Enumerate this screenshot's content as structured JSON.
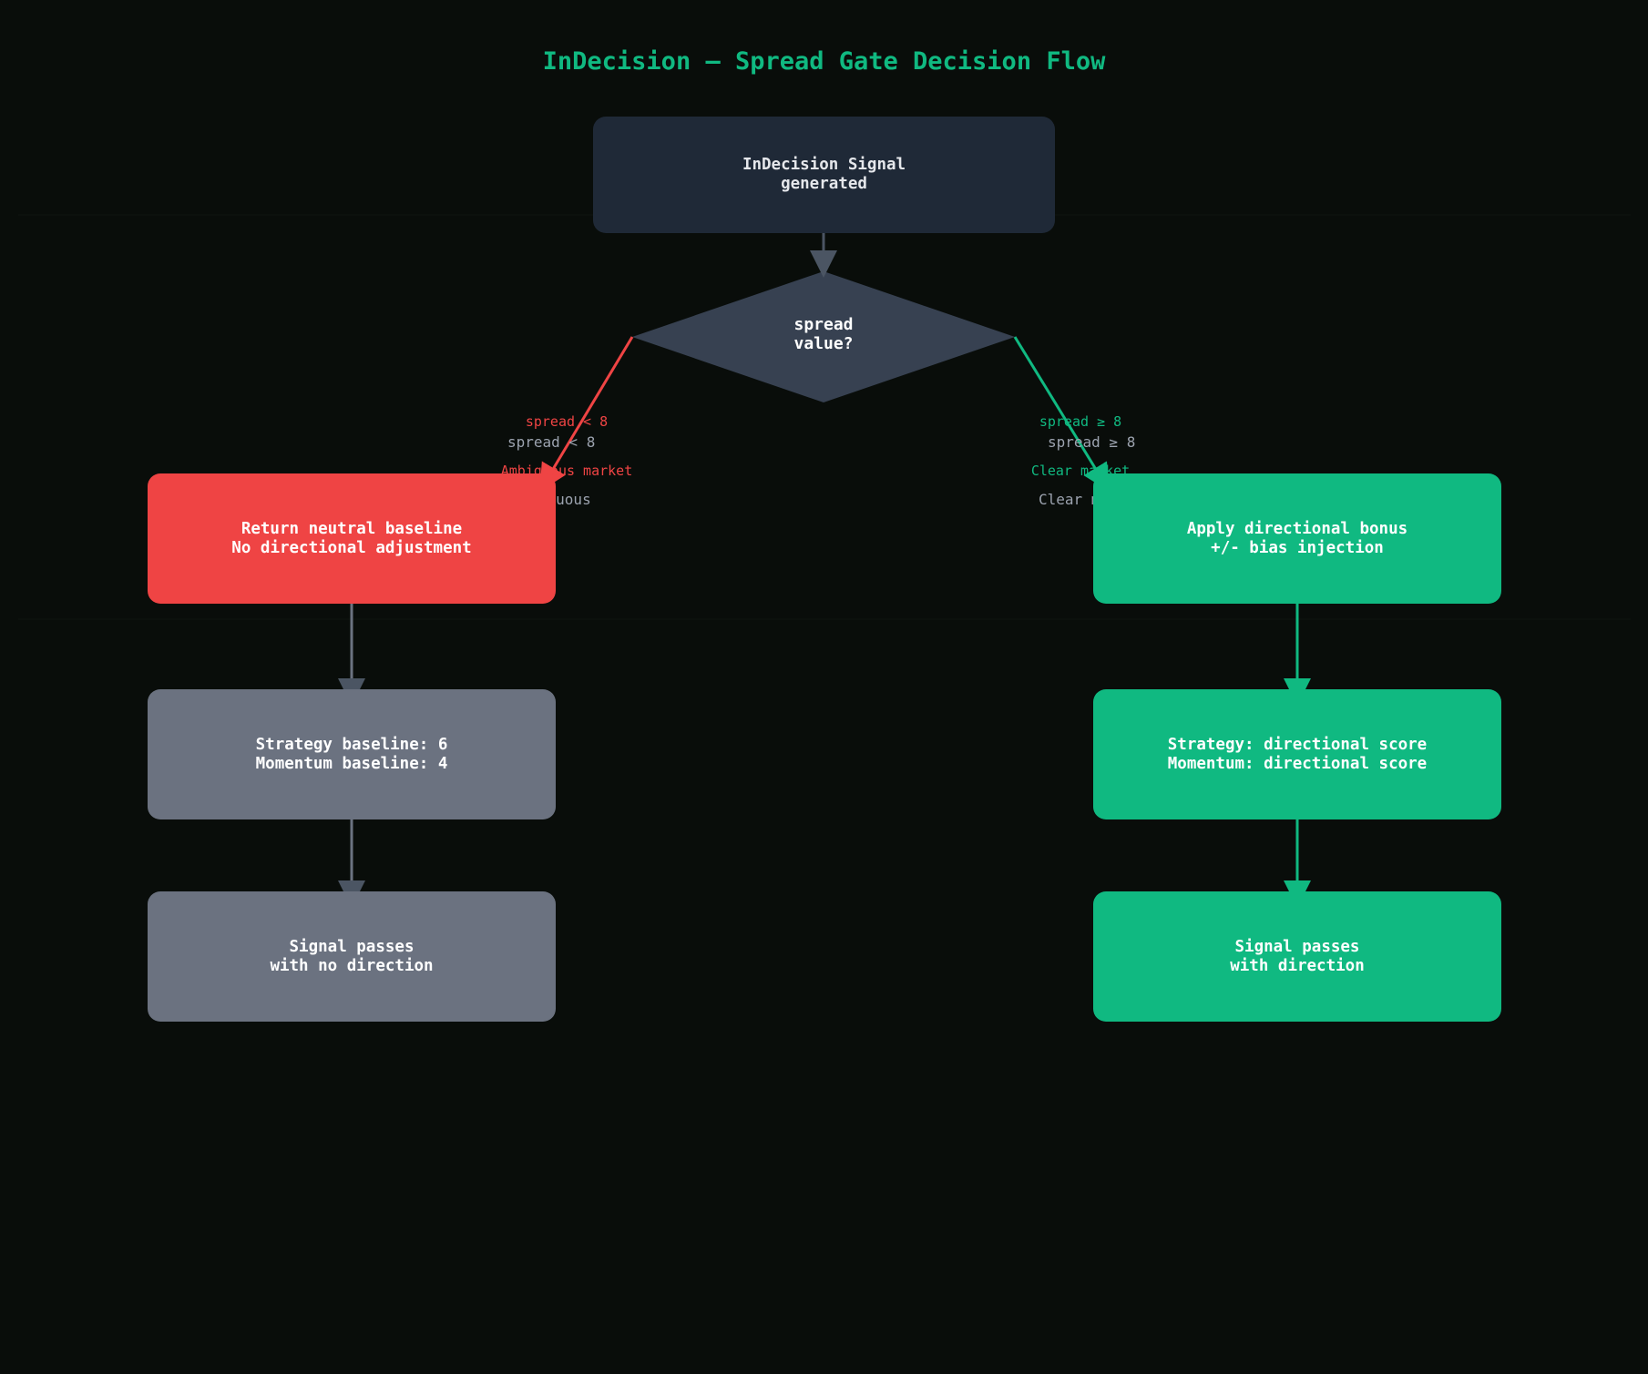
{
  "title": "InDecision — Spread Gate Decision Flow",
  "colors": {
    "background": "#090d0a",
    "title": "#10b981",
    "start_node": "#1f2937",
    "decision_node": "#374151",
    "negative": "#ef4444",
    "positive": "#10b981",
    "neutral": "#6b7280",
    "connector": "#4b5563",
    "label_muted": "#9ca3af"
  },
  "nodes": {
    "start": {
      "lines": [
        "InDecision Signal",
        "generated"
      ]
    },
    "decision": {
      "lines": [
        "spread",
        "value?"
      ]
    },
    "left": {
      "baseline": {
        "lines": [
          "Return neutral baseline",
          "No directional adjustment"
        ]
      },
      "scores": {
        "lines": [
          "Strategy baseline: 6",
          "Momentum baseline: 4"
        ]
      },
      "result": {
        "lines": [
          "Signal passes",
          "with no direction"
        ]
      }
    },
    "right": {
      "bonus": {
        "lines": [
          "Apply directional bonus",
          "+/- bias injection"
        ]
      },
      "scores": {
        "lines": [
          "Strategy: directional score",
          "Momentum: directional score"
        ]
      },
      "result": {
        "lines": [
          "Signal passes",
          "with direction"
        ]
      }
    }
  },
  "edges": {
    "left": {
      "label_colored": [
        "spread < 8",
        "Ambiguous market"
      ],
      "label_plain": [
        "spread < 8",
        "Ambiguous"
      ]
    },
    "right": {
      "label_colored": [
        "spread ≥ 8",
        "Clear market"
      ],
      "label_plain": [
        "spread ≥ 8",
        "Clear market"
      ]
    }
  }
}
